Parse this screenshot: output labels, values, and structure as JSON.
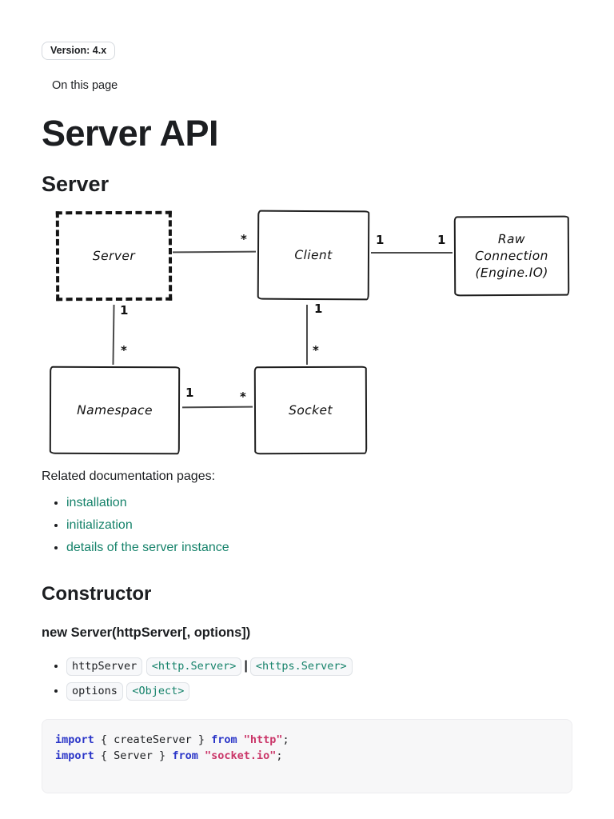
{
  "colors": {
    "text": "#1c1e21",
    "link": "#15826a",
    "code_keyword": "#2a35c8",
    "code_string": "#ca3568",
    "badge_border": "#d5d9de",
    "code_block_bg": "#f7f7f8"
  },
  "header": {
    "version_badge": "Version: 4.x",
    "on_this_page": "On this page",
    "title": "Server API"
  },
  "server_section": {
    "heading": "Server"
  },
  "diagram": {
    "nodes": {
      "server": {
        "label": "Server",
        "style": "dashed"
      },
      "client": {
        "label": "Client",
        "style": "solid"
      },
      "raw_connection": {
        "label": "Raw\nConnection\n(Engine.IO)",
        "style": "solid"
      },
      "namespace": {
        "label": "Namespace",
        "style": "solid"
      },
      "socket": {
        "label": "Socket",
        "style": "solid"
      }
    },
    "edges": {
      "server_client": {
        "from": "Server",
        "to": "Client",
        "from_card": "1",
        "to_card": "*"
      },
      "client_raw": {
        "from": "Client",
        "to": "Raw Connection (Engine.IO)",
        "from_card": "1",
        "to_card": "1"
      },
      "server_namespace": {
        "from": "Server",
        "to": "Namespace",
        "from_card": "1",
        "to_card": "*"
      },
      "client_socket": {
        "from": "Client",
        "to": "Socket",
        "from_card": "1",
        "to_card": "*"
      },
      "namespace_socket": {
        "from": "Namespace",
        "to": "Socket",
        "from_card": "1",
        "to_card": "*"
      }
    }
  },
  "related": {
    "label": "Related documentation pages:",
    "links": [
      {
        "text": "installation"
      },
      {
        "text": "initialization"
      },
      {
        "text": "details of the server instance"
      }
    ]
  },
  "constructor_section": {
    "heading": "Constructor",
    "signature": "new Server(httpServer[, options])",
    "params": [
      {
        "name": "httpServer",
        "types": [
          "<http.Server>",
          "<https.Server>"
        ],
        "separator": "|"
      },
      {
        "name": "options",
        "types": [
          "<Object>"
        ]
      }
    ]
  },
  "code_block": {
    "language": "javascript",
    "lines": [
      {
        "tokens": [
          {
            "text": "import",
            "type": "keyword"
          },
          {
            "text": " { createServer } ",
            "type": "plain"
          },
          {
            "text": "from",
            "type": "keyword"
          },
          {
            "text": " ",
            "type": "plain"
          },
          {
            "text": "\"http\"",
            "type": "string"
          },
          {
            "text": ";",
            "type": "plain"
          }
        ]
      },
      {
        "tokens": [
          {
            "text": "import",
            "type": "keyword"
          },
          {
            "text": " { Server } ",
            "type": "plain"
          },
          {
            "text": "from",
            "type": "keyword"
          },
          {
            "text": " ",
            "type": "plain"
          },
          {
            "text": "\"socket.io\"",
            "type": "string"
          },
          {
            "text": ";",
            "type": "plain"
          }
        ]
      }
    ]
  }
}
